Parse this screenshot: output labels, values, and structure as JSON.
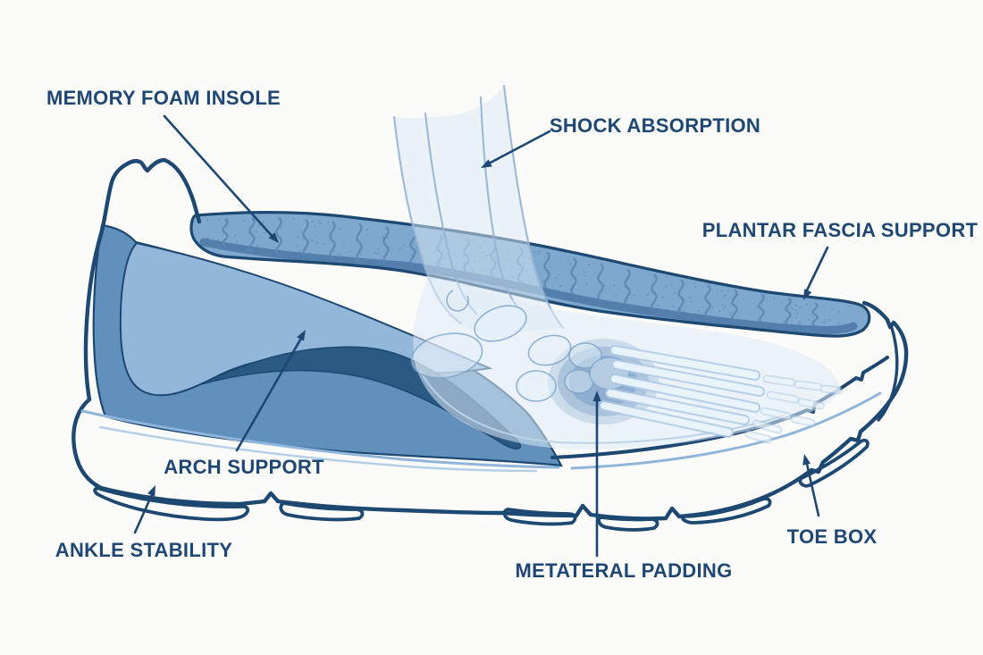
{
  "diagram": {
    "subject": "running-shoe-anatomy-cutaway",
    "labels": [
      {
        "id": "memory-foam-insole",
        "text": "MEMORY FOAM INSOLE"
      },
      {
        "id": "shock-absorption",
        "text": "SHOCK ABSORPTION"
      },
      {
        "id": "plantar-fascia-support",
        "text": "PLANTAR FASCIA SUPPORT"
      },
      {
        "id": "arch-support",
        "text": "ARCH SUPPORT"
      },
      {
        "id": "ankle-stability",
        "text": "ANKLE STABILITY"
      },
      {
        "id": "metateral-padding",
        "text": "METATERAL PADDING"
      },
      {
        "id": "toe-box",
        "text": "TOE BOX"
      }
    ],
    "colors": {
      "label_text": "#1e4873",
      "outline_navy": "#1d4872",
      "panel_steel": "#6090bb",
      "panel_light": "#93b7d9",
      "arch_band_dark": "#2a5983",
      "insole_fill": "#7ea8ce",
      "insole_rim": "#4e7aa9",
      "insole_wave": "#5b86b2",
      "ghost_blue": "#dce9f5",
      "accent_light_line": "#8fb6da",
      "background": "#fbfbf9"
    }
  }
}
